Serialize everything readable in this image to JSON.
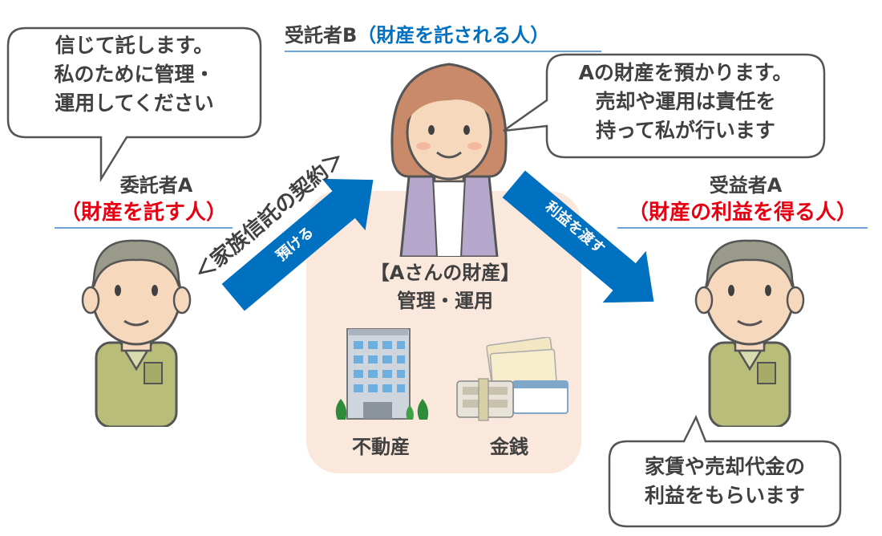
{
  "colors": {
    "arrow": "#0070c0",
    "asset_bg": "#fbe8dc",
    "emphasis_red": "#e60012",
    "emphasis_blue": "#0070c0",
    "text": "#404040"
  },
  "trustee": {
    "title": "受託者B",
    "role": "（財産を託される人）",
    "bubble": [
      "Aの財産を預かります。",
      "売却や運用は責任を",
      "持って私が行います"
    ]
  },
  "settlor": {
    "title": "委託者A",
    "role": "（財産を託す人）",
    "bubble": [
      "信じて託します。",
      "私のために管理・",
      "運用してください"
    ]
  },
  "beneficiary": {
    "title": "受益者A",
    "role": "（財産の利益を得る人）",
    "bubble": [
      "家賃や売却代金の",
      "利益をもらいます"
    ]
  },
  "arrows": {
    "contract_label": "＜家族信託の契約＞",
    "entrust_label": "預ける",
    "benefit_label": "利益を渡す"
  },
  "assets": {
    "title": "【Aさんの財産】",
    "subtitle": "管理・運用",
    "real_estate": "不動産",
    "money": "金銭"
  },
  "icons": [
    "person-icon",
    "building-icon",
    "money-icon"
  ]
}
